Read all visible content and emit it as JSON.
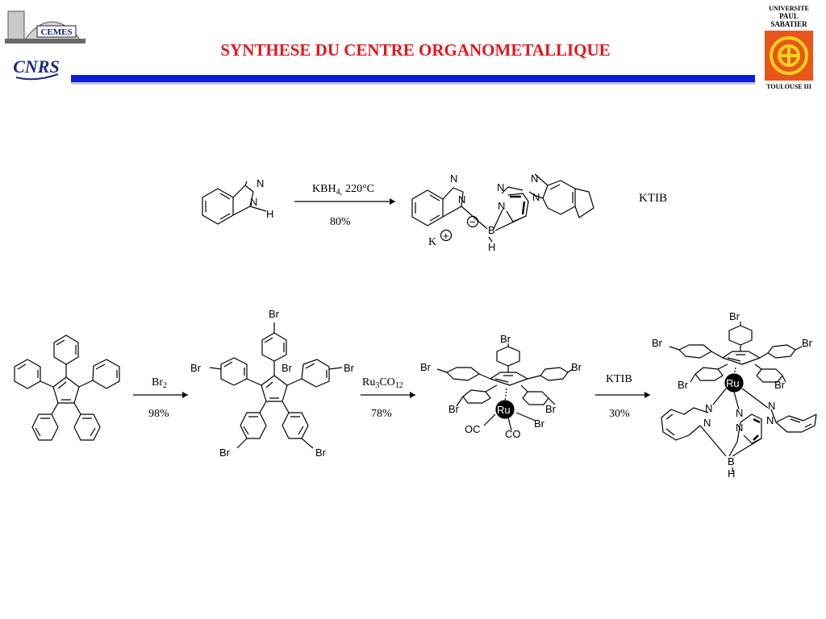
{
  "header": {
    "title": "SYNTHESE DU CENTRE ORGANOMETALLIQUE",
    "logo_cemes_text": "CEMES",
    "logo_cnrs_text": "CNRS",
    "logo_ups_lines": [
      "UNIVERSITE",
      "PAUL",
      "SABATIER",
      "TOULOUSE III"
    ],
    "accent_color": "#e8141b",
    "bar_color": "#0a1ed8"
  },
  "scheme1": {
    "reagent": "KBH",
    "reagent_sub": "4,",
    "temperature": "220°C",
    "yield": "80%",
    "product_name": "KTIB",
    "labels": {
      "n": "N",
      "h": "H",
      "b": "B",
      "k": "K",
      "plus": "+",
      "minus": "−"
    }
  },
  "scheme2": {
    "step1": {
      "reagent": "Br",
      "reagent_sub": "2",
      "yield": "98%"
    },
    "step2": {
      "reagent_a": "Ru",
      "reagent_sub1": "3",
      "reagent_b": "CO",
      "reagent_sub2": "12",
      "yield": "78%"
    },
    "step3": {
      "reagent": "KTIB",
      "yield": "30%"
    },
    "labels": {
      "br": "Br",
      "ru": "Ru",
      "oc": "OC",
      "co": "CO",
      "n": "N",
      "b": "B",
      "h": "H"
    }
  }
}
